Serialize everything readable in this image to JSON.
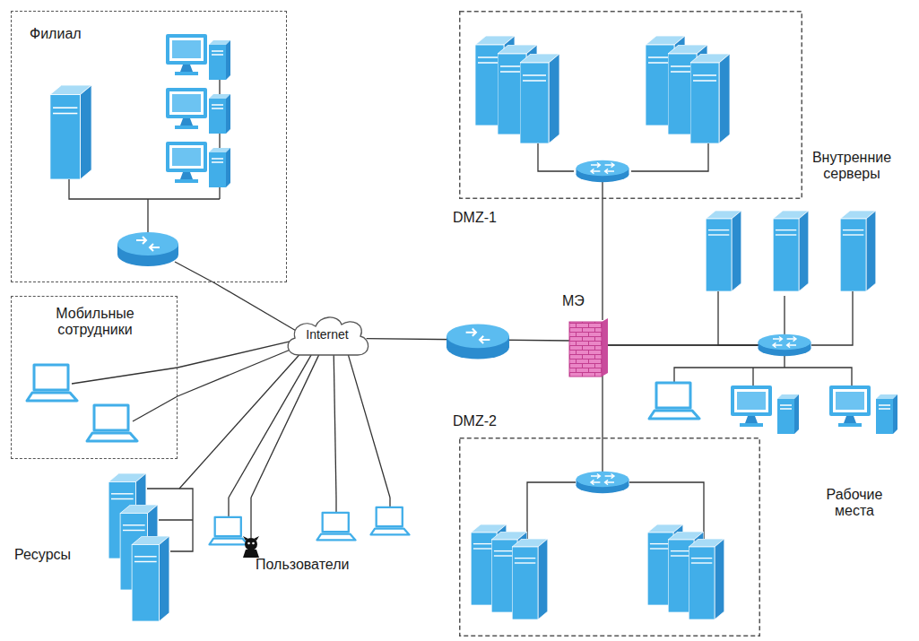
{
  "diagram": {
    "nodes": [
      {
        "text": [
          "Филиал"
        ]
      },
      {
        "text": [
          "Мобильные сотрудники"
        ]
      },
      {
        "text": [
          "DMZ-1"
        ]
      },
      {
        "text": [
          "Internet"
        ]
      },
      {
        "text": [
          "МЭ"
        ]
      },
      {
        "text": [
          "Внутренние серверы"
        ]
      },
      {
        "text": [
          "Рабочие места"
        ]
      },
      {
        "text": [
          "Ресурсы"
        ]
      },
      {
        "text": [
          "Пользователи"
        ]
      },
      {
        "text": [
          "DMZ-2"
        ]
      }
    ],
    "edges": [
      {
        "from": 0,
        "to": 3,
        "arrow": "none"
      },
      {
        "from": 1,
        "to": 3,
        "arrow": "none"
      },
      {
        "from": 1,
        "to": 3,
        "arrow": "none"
      },
      {
        "from": 7,
        "to": 3,
        "arrow": "none"
      },
      {
        "from": 8,
        "to": 3,
        "arrow": "none"
      },
      {
        "from": 8,
        "to": 3,
        "arrow": "none"
      },
      {
        "from": 8,
        "to": 3,
        "arrow": "none"
      },
      {
        "from": 8,
        "to": 3,
        "arrow": "none"
      },
      {
        "from": 3,
        "to": 4,
        "arrow": "none"
      },
      {
        "from": 4,
        "to": 2,
        "arrow": "none"
      },
      {
        "from": 4,
        "to": 9,
        "arrow": "none"
      },
      {
        "from": 4,
        "to": 5,
        "arrow": "none"
      },
      {
        "from": 4,
        "to": 6,
        "arrow": "none"
      }
    ]
  }
}
